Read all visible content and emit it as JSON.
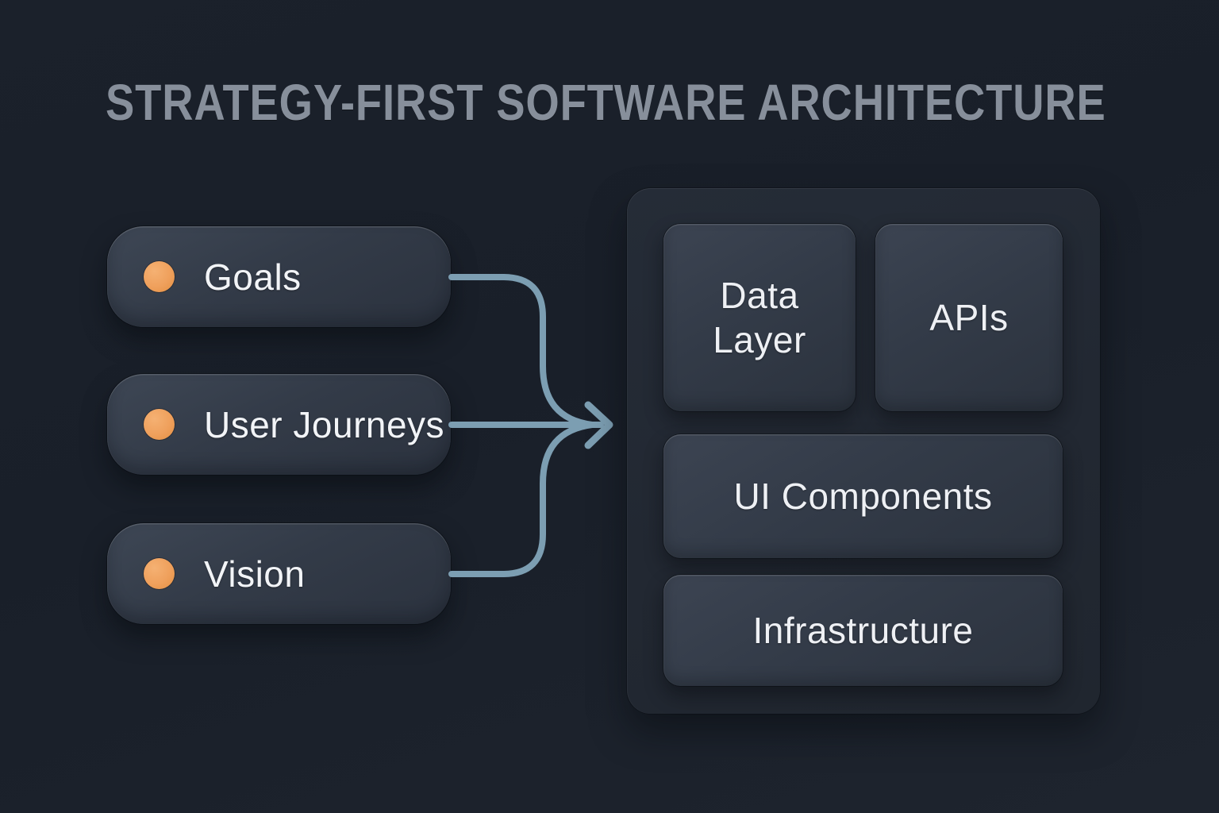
{
  "title": "STRATEGY-FIRST SOFTWARE ARCHITECTURE",
  "strategy_items": [
    {
      "label": "Goals"
    },
    {
      "label": "User Journeys"
    },
    {
      "label": "Vision"
    }
  ],
  "architecture_panel": {
    "blocks": [
      {
        "id": "data-layer",
        "label": "Data Layer"
      },
      {
        "id": "apis",
        "label": "APIs"
      },
      {
        "id": "ui-components",
        "label": "UI Components"
      },
      {
        "id": "infrastructure",
        "label": "Infrastructure"
      }
    ]
  },
  "icons": [
    {
      "name": "bullet-dot-icon",
      "meaning": "orange bullet marker on each strategy pill"
    },
    {
      "name": "arrow-right-icon",
      "meaning": "merged flow arrow pointing into architecture panel"
    }
  ],
  "colors": {
    "background": "#1a202a",
    "title_text": "#878f9b",
    "pill_fill": "#333b48",
    "pill_text": "#f2f4f7",
    "bullet_orange": "#efa05c",
    "connector_blue": "#7c9eb2",
    "panel_fill": "#232933",
    "block_fill": "#343c49",
    "block_text": "#eef0f4"
  }
}
